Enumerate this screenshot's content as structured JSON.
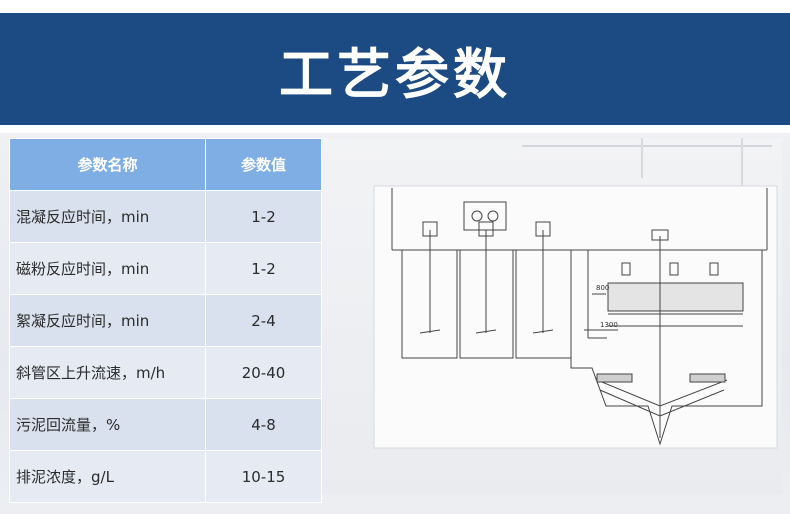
{
  "header": {
    "title": "工艺参数"
  },
  "table": {
    "headers": [
      "参数名称",
      "参数值"
    ],
    "rows": [
      {
        "name": "混凝反应时间，min",
        "value": "1-2"
      },
      {
        "name": "磁粉反应时间，min",
        "value": "1-2"
      },
      {
        "name": "絮凝反应时间，min",
        "value": "2-4"
      },
      {
        "name": "斜管区上升流速，m/h",
        "value": "20-40"
      },
      {
        "name": "污泥回流量，%",
        "value": "4-8"
      },
      {
        "name": "排泥浓度，g/L",
        "value": "10-15"
      }
    ]
  },
  "drawing": {
    "dim_800": "800",
    "dim_1300": "1300"
  },
  "colors": {
    "banner": "#1c4a82",
    "table_header": "#7eaee3",
    "row_a": "#d9e1ee",
    "row_b": "#e5eaf3"
  }
}
